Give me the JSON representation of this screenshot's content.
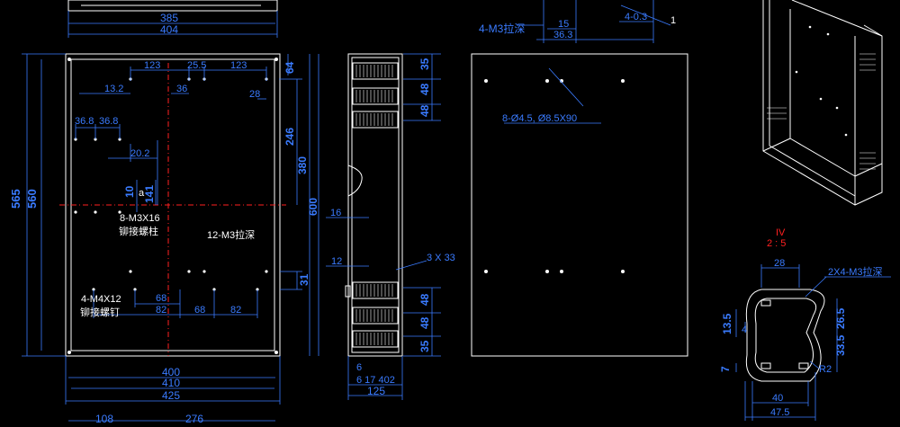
{
  "colors": {
    "background": "#000000",
    "outline": "#ffffff",
    "dimension": "#3a7bff",
    "red_axis": "#ff2020",
    "label": "#ffffff"
  },
  "top": {
    "dim_385": "385",
    "dim_404": "404",
    "note_thread_depth": "4-M3拉深",
    "dim_15": "15",
    "dim_36_3": "36.3",
    "dim_4_0_3": "4-0.3",
    "leader_1": "1"
  },
  "front": {
    "dim_565": "565",
    "dim_560": "560",
    "dim_123_left": "123",
    "dim_25_5": "25.5",
    "dim_123_right": "123",
    "dim_64": "64",
    "dim_13_2": "13.2",
    "dim_36_small": "36",
    "dim_28": "28",
    "dim_36_8_a": "36.8",
    "dim_36_8_b": "36.8",
    "dim_246": "246",
    "dim_380": "380",
    "dim_20_2": "20.2",
    "dim_10": "10",
    "dim_141": "141",
    "label_a": "a",
    "note_studs_line1": "8-M3X16",
    "note_studs_line2": "铆接螺柱",
    "note_thread_12": "12-M3拉深",
    "dim_31": "31",
    "note_nuts_line1": "4-M4X12",
    "note_nuts_line2": "铆接螺钉",
    "dim_68_a": "68",
    "dim_82_a": "82",
    "dim_68_b": "68",
    "dim_82_b": "82",
    "dim_400": "400",
    "dim_410": "410",
    "dim_425": "425",
    "dim_108": "108",
    "dim_276": "276"
  },
  "side": {
    "dim_35_top": "35",
    "dim_48_top_a": "48",
    "dim_48_top_b": "48",
    "dim_600": "600",
    "dim_16": "16",
    "dim_12": "12",
    "note_3x33": "3 X 33",
    "dim_48_bot_a": "48",
    "dim_48_bot_b": "48",
    "dim_35_bot": "35",
    "dim_6": "6",
    "dim_6_17_402": "6 17 402",
    "dim_125": "125"
  },
  "back": {
    "note_holes": "8-Ø4.5, Ø8.5X90"
  },
  "detail": {
    "title_iv": "IV",
    "title_scale": "2 : 5",
    "dim_28": "28",
    "note_thread": "2X4-M3拉深",
    "dim_13_5": "13.5",
    "dim_4": "4",
    "dim_26_5": "26.5",
    "dim_33_5": "33.5",
    "dim_7": "7",
    "dim_r2": "R2",
    "dim_40": "40",
    "dim_47_5": "47.5"
  }
}
